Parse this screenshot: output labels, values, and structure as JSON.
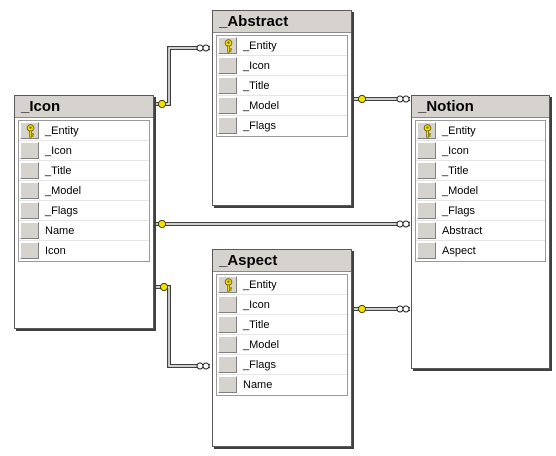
{
  "diagram": {
    "tables": [
      {
        "id": "abstract",
        "title": "_Abstract",
        "columns": [
          "_Entity",
          "_Icon",
          "_Title",
          "_Model",
          "_Flags"
        ],
        "primary_key": "_Entity"
      },
      {
        "id": "icon",
        "title": "_Icon",
        "columns": [
          "_Entity",
          "_Icon",
          "_Title",
          "_Model",
          "_Flags",
          "Name",
          "Icon"
        ],
        "primary_key": "_Entity"
      },
      {
        "id": "notion",
        "title": "_Notion",
        "columns": [
          "_Entity",
          "_Icon",
          "_Title",
          "_Model",
          "_Flags",
          "Abstract",
          "Aspect"
        ],
        "primary_key": "_Entity"
      },
      {
        "id": "aspect",
        "title": "_Aspect",
        "columns": [
          "_Entity",
          "_Icon",
          "_Title",
          "_Model",
          "_Flags",
          "Name"
        ],
        "primary_key": "_Entity"
      }
    ],
    "relationships": [
      {
        "from": "icon",
        "to": "abstract",
        "one_end": "icon",
        "many_end": "abstract"
      },
      {
        "from": "abstract",
        "to": "notion",
        "one_end": "abstract",
        "many_end": "notion"
      },
      {
        "from": "icon",
        "to": "notion",
        "one_end": "icon",
        "many_end": "notion"
      },
      {
        "from": "icon",
        "to": "aspect",
        "one_end": "icon",
        "many_end": "aspect"
      },
      {
        "from": "aspect",
        "to": "notion",
        "one_end": "aspect",
        "many_end": "notion"
      }
    ],
    "colors": {
      "header_bg": "#d6d3ce",
      "key_gold": "#f2e000",
      "connector": "#404040"
    }
  }
}
